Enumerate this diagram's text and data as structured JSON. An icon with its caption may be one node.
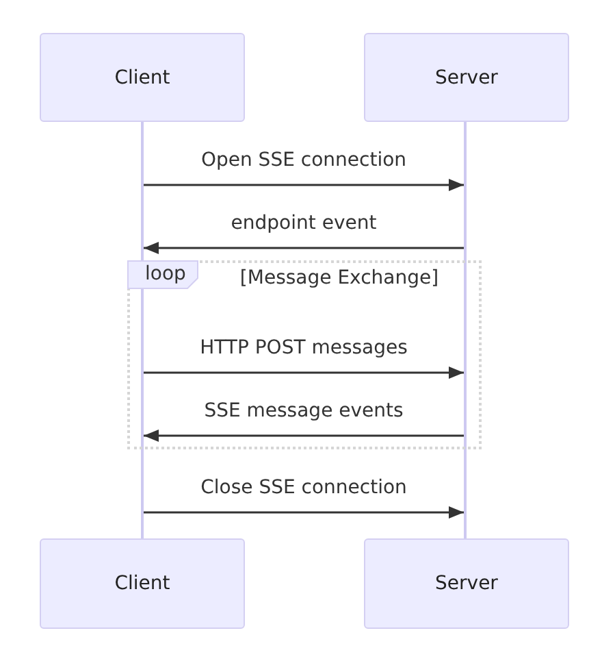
{
  "diagram": {
    "nodes": [
      {
        "text": [
          "Client"
        ]
      },
      {
        "text": [
          "Server"
        ]
      },
      {
        "text": [],
        "shape": "bar"
      },
      {
        "text": [],
        "shape": "bar"
      },
      {
        "text": [
          "loop"
        ]
      },
      {
        "text": [
          "Client"
        ]
      },
      {
        "text": [
          "Server"
        ]
      }
    ],
    "edges": [
      {
        "from": 2,
        "to": 3,
        "arrow": "to",
        "label": "Open SSE connection"
      },
      {
        "from": 3,
        "to": 2,
        "arrow": "to",
        "label": "endpoint event"
      },
      {
        "from": 2,
        "to": 3,
        "arrow": "to",
        "label": "HTTP POST messages"
      },
      {
        "from": 3,
        "to": 2,
        "arrow": "to",
        "label": "SSE message events"
      },
      {
        "from": 2,
        "to": 3,
        "arrow": "to",
        "label": "Close SSE connection"
      }
    ],
    "labels": [
      "[Message Exchange]"
    ]
  }
}
